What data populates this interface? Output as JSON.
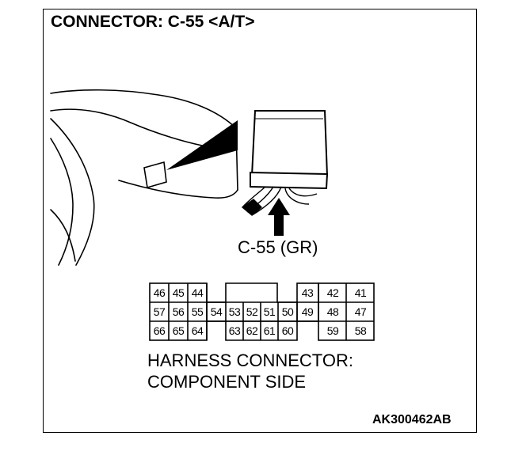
{
  "title": "CONNECTOR: C-55 <A/T>",
  "callout_label": "C-55 (GR)",
  "caption": {
    "line1": "HARNESS CONNECTOR:",
    "line2": "COMPONENT SIDE"
  },
  "figure_code": "AK300462AB",
  "pins": {
    "row1": [
      "46",
      "45",
      "44",
      "43",
      "42",
      "41"
    ],
    "row2": [
      "57",
      "56",
      "55",
      "54",
      "53",
      "52",
      "51",
      "50",
      "49",
      "48",
      "47"
    ],
    "row3": [
      "66",
      "65",
      "64",
      "63",
      "62",
      "61",
      "60",
      "59",
      "58"
    ]
  }
}
